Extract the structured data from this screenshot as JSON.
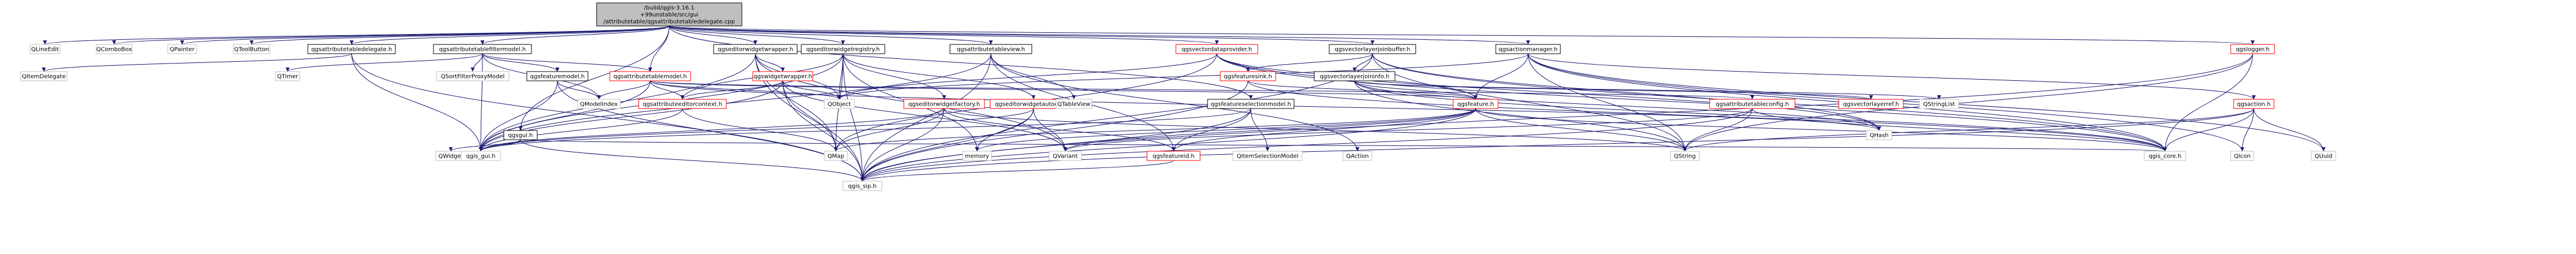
{
  "colors": {
    "root_fill": "#bfbfbf",
    "node_fill": "#ffffff",
    "node_stroke": "#bfbfbf",
    "red_stroke": "#ff0000",
    "edge": "#191970"
  },
  "nodes": [
    {
      "id": "root",
      "lines": [
        "/build/qgis-3.16.1",
        "+99unstable/src/gui",
        "/attributetable/qgsattributetabledelegate.cpp"
      ],
      "style": "root"
    },
    {
      "id": "qlineedit",
      "lines": [
        "QLineEdit"
      ],
      "style": "gray"
    },
    {
      "id": "qcombobox",
      "lines": [
        "QComboBox"
      ],
      "style": "gray"
    },
    {
      "id": "qpainter",
      "lines": [
        "QPainter"
      ],
      "style": "gray"
    },
    {
      "id": "qtoolbutton",
      "lines": [
        "QToolButton"
      ],
      "style": "gray"
    },
    {
      "id": "qgsattributetabledelegate_h",
      "lines": [
        "qgsattributetabledelegate.h"
      ],
      "style": "black"
    },
    {
      "id": "qgsattributetablefiltermodel_h",
      "lines": [
        "qgsattributetablefiltermodel.h"
      ],
      "style": "black"
    },
    {
      "id": "qgseditorwidgetwrapper_h",
      "lines": [
        "qgseditorwidgetwrapper.h"
      ],
      "style": "black"
    },
    {
      "id": "qgseditorwidgetregistry_h",
      "lines": [
        "qgseditorwidgetregistry.h"
      ],
      "style": "black"
    },
    {
      "id": "qgsattributetableview_h",
      "lines": [
        "qgsattributetableview.h"
      ],
      "style": "black"
    },
    {
      "id": "qgsvectordataprovider_h",
      "lines": [
        "qgsvectordataprovider.h"
      ],
      "style": "red"
    },
    {
      "id": "qgsvectorlayerjoinbuffer_h",
      "lines": [
        "qgsvectorlayerjoinbuffer.h"
      ],
      "style": "black"
    },
    {
      "id": "qgsactionmanager_h",
      "lines": [
        "qgsactionmanager.h"
      ],
      "style": "black"
    },
    {
      "id": "qgslogger_h",
      "lines": [
        "qgslogger.h"
      ],
      "style": "red"
    },
    {
      "id": "qitemdelegate",
      "lines": [
        "QItemDelegate"
      ],
      "style": "gray"
    },
    {
      "id": "qtimer",
      "lines": [
        "QTimer"
      ],
      "style": "gray"
    },
    {
      "id": "qsortfilterproxymodel",
      "lines": [
        "QSortFilterProxyModel"
      ],
      "style": "gray"
    },
    {
      "id": "qgsfeaturemodel_h",
      "lines": [
        "qgsfeaturemodel.h"
      ],
      "style": "black"
    },
    {
      "id": "qgsattributetablemodel_h",
      "lines": [
        "qgsattributetablemodel.h"
      ],
      "style": "red"
    },
    {
      "id": "qgswidgetwrapper_h",
      "lines": [
        "qgswidgetwrapper.h"
      ],
      "style": "red"
    },
    {
      "id": "qgsfeaturesink_h",
      "lines": [
        "qgsfeaturesink.h"
      ],
      "style": "red"
    },
    {
      "id": "qgsvectorlayerjoininfo_h",
      "lines": [
        "qgsvectorlayerjoininfo.h"
      ],
      "style": "black"
    },
    {
      "id": "qmodelindex",
      "lines": [
        "QModelIndex"
      ],
      "style": "gray"
    },
    {
      "id": "qgsattributeeditorcontext_h",
      "lines": [
        "qgsattributeeditorcontext.h"
      ],
      "style": "red"
    },
    {
      "id": "qobject",
      "lines": [
        "QObject"
      ],
      "style": "gray"
    },
    {
      "id": "qgseditorwidgetfactory_h",
      "lines": [
        "qgseditorwidgetfactory.h"
      ],
      "style": "red"
    },
    {
      "id": "qgseditorwidgetautoconf_h",
      "lines": [
        "qgseditorwidgetautoconf.h"
      ],
      "style": "red"
    },
    {
      "id": "qtableview",
      "lines": [
        "QTableView"
      ],
      "style": "gray"
    },
    {
      "id": "qgsfeatureselectionmodel_h",
      "lines": [
        "qgsfeatureselectionmodel.h"
      ],
      "style": "black"
    },
    {
      "id": "qgsfeature_h",
      "lines": [
        "qgsfeature.h"
      ],
      "style": "red"
    },
    {
      "id": "qgsattributetableconfig_h",
      "lines": [
        "qgsattributetableconfig.h"
      ],
      "style": "red"
    },
    {
      "id": "qgsvectorlayerref_h",
      "lines": [
        "qgsvectorlayerref.h"
      ],
      "style": "red"
    },
    {
      "id": "qstringlist",
      "lines": [
        "QStringList"
      ],
      "style": "gray"
    },
    {
      "id": "qgsaction_h",
      "lines": [
        "qgsaction.h"
      ],
      "style": "red"
    },
    {
      "id": "qgsgui_h",
      "lines": [
        "qgsgui.h"
      ],
      "style": "black"
    },
    {
      "id": "qhash",
      "lines": [
        "QHash"
      ],
      "style": "gray"
    },
    {
      "id": "qwidget",
      "lines": [
        "QWidget"
      ],
      "style": "gray"
    },
    {
      "id": "qgis_gui_h",
      "lines": [
        "qgis_gui.h"
      ],
      "style": "gray"
    },
    {
      "id": "qmap",
      "lines": [
        "QMap"
      ],
      "style": "gray"
    },
    {
      "id": "memory",
      "lines": [
        "memory"
      ],
      "style": "gray"
    },
    {
      "id": "qvariant",
      "lines": [
        "QVariant"
      ],
      "style": "gray"
    },
    {
      "id": "qgsfeatureid_h",
      "lines": [
        "qgsfeatureid.h"
      ],
      "style": "red"
    },
    {
      "id": "qitemselectionmodel",
      "lines": [
        "QItemSelectionModel"
      ],
      "style": "gray"
    },
    {
      "id": "qaction",
      "lines": [
        "QAction"
      ],
      "style": "gray"
    },
    {
      "id": "qstring",
      "lines": [
        "QString"
      ],
      "style": "gray"
    },
    {
      "id": "qgis_core_h",
      "lines": [
        "qgis_core.h"
      ],
      "style": "gray"
    },
    {
      "id": "qicon",
      "lines": [
        "QIcon"
      ],
      "style": "gray"
    },
    {
      "id": "quuid",
      "lines": [
        "QUuid"
      ],
      "style": "gray"
    },
    {
      "id": "qgis_sip_h",
      "lines": [
        "qgis_sip.h"
      ],
      "style": "gray"
    }
  ],
  "edges": [
    [
      "root",
      "qlineedit"
    ],
    [
      "root",
      "qcombobox"
    ],
    [
      "root",
      "qpainter"
    ],
    [
      "root",
      "qtoolbutton"
    ],
    [
      "root",
      "qgsattributetabledelegate_h"
    ],
    [
      "root",
      "qgsattributetablefiltermodel_h"
    ],
    [
      "root",
      "qgseditorwidgetwrapper_h"
    ],
    [
      "root",
      "qgseditorwidgetregistry_h"
    ],
    [
      "root",
      "qgsattributetableview_h"
    ],
    [
      "root",
      "qgsvectordataprovider_h"
    ],
    [
      "root",
      "qgsvectorlayerjoinbuffer_h"
    ],
    [
      "root",
      "qgsactionmanager_h"
    ],
    [
      "root",
      "qgslogger_h"
    ],
    [
      "root",
      "qgsattributetablemodel_h"
    ],
    [
      "root",
      "qgsfeatureselectionmodel_h"
    ],
    [
      "root",
      "qgsgui_h"
    ],
    [
      "qgsattributetabledelegate_h",
      "qitemdelegate"
    ],
    [
      "qgsattributetabledelegate_h",
      "qgis_gui_h"
    ],
    [
      "qgsattributetabledelegate_h",
      "qgis_sip_h"
    ],
    [
      "qgsattributetablefiltermodel_h",
      "qtimer"
    ],
    [
      "qgsattributetablefiltermodel_h",
      "qsortfilterproxymodel"
    ],
    [
      "qgsattributetablefiltermodel_h",
      "qmodelindex"
    ],
    [
      "qgsattributetablefiltermodel_h",
      "qgsfeaturemodel_h"
    ],
    [
      "qgsattributetablefiltermodel_h",
      "qgsattributetablemodel_h"
    ],
    [
      "qgsattributetablefiltermodel_h",
      "qgis_gui_h"
    ],
    [
      "qgsfeaturemodel_h",
      "qmodelindex"
    ],
    [
      "qgsfeaturemodel_h",
      "qgis_gui_h"
    ],
    [
      "qgsfeaturemodel_h",
      "qgis_sip_h"
    ],
    [
      "qgsattributetablemodel_h",
      "qmodelindex"
    ],
    [
      "qgsattributetablemodel_h",
      "qobject"
    ],
    [
      "qgsattributetablemodel_h",
      "qgsattributeeditorcontext_h"
    ],
    [
      "qgsattributetablemodel_h",
      "qgis_gui_h"
    ],
    [
      "qgsattributetablemodel_h",
      "qhash"
    ],
    [
      "qgsattributetablemodel_h",
      "qgsfeature_h"
    ],
    [
      "qgsattributetablemodel_h",
      "qgsattributetableconfig_h"
    ],
    [
      "qgseditorwidgetwrapper_h",
      "qgswidgetwrapper_h"
    ],
    [
      "qgseditorwidgetwrapper_h",
      "qobject"
    ],
    [
      "qgseditorwidgetwrapper_h",
      "qmap"
    ],
    [
      "qgseditorwidgetwrapper_h",
      "qvariant"
    ],
    [
      "qgseditorwidgetwrapper_h",
      "qgis_gui_h"
    ],
    [
      "qgseditorwidgetwrapper_h",
      "qgis_sip_h"
    ],
    [
      "qgswidgetwrapper_h",
      "qmap"
    ],
    [
      "qgswidgetwrapper_h",
      "qobject"
    ],
    [
      "qgswidgetwrapper_h",
      "qvariant"
    ],
    [
      "qgswidgetwrapper_h",
      "qgsattributeeditorcontext_h"
    ],
    [
      "qgswidgetwrapper_h",
      "qgis_gui_h"
    ],
    [
      "qgswidgetwrapper_h",
      "qgis_sip_h"
    ],
    [
      "qgseditorwidgetregistry_h",
      "qobject"
    ],
    [
      "qgseditorwidgetregistry_h",
      "qmap"
    ],
    [
      "qgseditorwidgetregistry_h",
      "qgseditorwidgetfactory_h"
    ],
    [
      "qgseditorwidgetregistry_h",
      "qgseditorwidgetautoconf_h"
    ],
    [
      "qgseditorwidgetregistry_h",
      "qgis_gui_h"
    ],
    [
      "qgseditorwidgetregistry_h",
      "qgis_sip_h"
    ],
    [
      "qgseditorwidgetregistry_h",
      "qgsattributeeditorcontext_h"
    ],
    [
      "qgseditorwidgetregistry_h",
      "memory"
    ],
    [
      "qgseditorwidgetfactory_h",
      "qmap"
    ],
    [
      "qgseditorwidgetfactory_h",
      "qgis_gui_h"
    ],
    [
      "qgseditorwidgetfactory_h",
      "qgis_sip_h"
    ],
    [
      "qgseditorwidgetfactory_h",
      "qgsfeatureid_h"
    ],
    [
      "qgseditorwidgetfactory_h",
      "qstring"
    ],
    [
      "qgseditorwidgetautoconf_h",
      "qvariant"
    ],
    [
      "qgseditorwidgetautoconf_h",
      "qgis_gui_h"
    ],
    [
      "qgseditorwidgetautoconf_h",
      "qgis_sip_h"
    ],
    [
      "qgseditorwidgetautoconf_h",
      "memory"
    ],
    [
      "qgsattributeeditorcontext_h",
      "qgis_gui_h"
    ],
    [
      "qgsattributeeditorcontext_h",
      "qmap"
    ],
    [
      "qgsattributetableview_h",
      "qtableview"
    ],
    [
      "qgsattributetableview_h",
      "qaction"
    ],
    [
      "qgsattributetableview_h",
      "qgsfeatureid_h"
    ],
    [
      "qgsattributetableview_h",
      "qgis_gui_h"
    ],
    [
      "qgsattributetableview_h",
      "qgis_sip_h"
    ],
    [
      "qgsvectordataprovider_h",
      "qobject"
    ],
    [
      "qgsvectordataprovider_h",
      "qhash"
    ],
    [
      "qgsvectordataprovider_h",
      "qgsfeaturesink_h"
    ],
    [
      "qgsvectordataprovider_h",
      "qgsfeature_h"
    ],
    [
      "qgsvectordataprovider_h",
      "qgis_core_h"
    ],
    [
      "qgsvectordataprovider_h",
      "qmap"
    ],
    [
      "qgsfeaturesink_h",
      "qgsfeature_h"
    ],
    [
      "qgsfeaturesink_h",
      "qgis_core_h"
    ],
    [
      "qgsfeaturesink_h",
      "qgis_sip_h"
    ],
    [
      "qgsvectorlayerjoinbuffer_h",
      "qgsvectorlayerjoininfo_h"
    ],
    [
      "qgsvectorlayerjoinbuffer_h",
      "qhash"
    ],
    [
      "qgsvectorlayerjoinbuffer_h",
      "qstring"
    ],
    [
      "qgsvectorlayerjoinbuffer_h",
      "qgis_core_h"
    ],
    [
      "qgsvectorlayerjoinbuffer_h",
      "qgsfeaturesink_h"
    ],
    [
      "qgsvectorlayerjoinbuffer_h",
      "qgis_sip_h"
    ],
    [
      "qgsvectorlayerjoininfo_h",
      "qhash"
    ],
    [
      "qgsvectorlayerjoininfo_h",
      "qstring"
    ],
    [
      "qgsvectorlayerjoininfo_h",
      "qstringlist"
    ],
    [
      "qgsvectorlayerjoininfo_h",
      "qgsvectorlayerref_h"
    ],
    [
      "qgsvectorlayerjoininfo_h",
      "qgsfeature_h"
    ],
    [
      "qgsvectorlayerjoininfo_h",
      "qgis_core_h"
    ],
    [
      "qgsactionmanager_h",
      "qgsaction_h"
    ],
    [
      "qgsactionmanager_h",
      "qgsfeature_h"
    ],
    [
      "qgsactionmanager_h",
      "qstring"
    ],
    [
      "qgsactionmanager_h",
      "qicon"
    ],
    [
      "qgsactionmanager_h",
      "qgis_core_h"
    ],
    [
      "qgsactionmanager_h",
      "quuid"
    ],
    [
      "qgsactionmanager_h",
      "qobject"
    ],
    [
      "qgsaction_h",
      "qstring"
    ],
    [
      "qgsaction_h",
      "qicon"
    ],
    [
      "qgsaction_h",
      "qgis_core_h"
    ],
    [
      "qgsaction_h",
      "quuid"
    ],
    [
      "qgsaction_h",
      "qgis_sip_h"
    ],
    [
      "qgslogger_h",
      "qgis_core_h"
    ],
    [
      "qgslogger_h",
      "qgis_sip_h"
    ],
    [
      "qgslogger_h",
      "qstring"
    ],
    [
      "qgsfeatureselectionmodel_h",
      "qitemselectionmodel"
    ],
    [
      "qgsfeatureselectionmodel_h",
      "qgsfeatureid_h"
    ],
    [
      "qgsfeatureselectionmodel_h",
      "qgis_gui_h"
    ],
    [
      "qgsfeatureselectionmodel_h",
      "qgis_sip_h"
    ],
    [
      "qgsfeature_h",
      "qmap"
    ],
    [
      "qgsfeature_h",
      "qstring"
    ],
    [
      "qgsfeature_h",
      "qvariant"
    ],
    [
      "qgsfeature_h",
      "qgis_core_h"
    ],
    [
      "qgsfeature_h",
      "qgis_sip_h"
    ],
    [
      "qgsfeature_h",
      "qgsfeatureid_h"
    ],
    [
      "qgsfeature_h",
      "memory"
    ],
    [
      "qgsattributetableconfig_h",
      "qstring"
    ],
    [
      "qgsattributetableconfig_h",
      "qgis_core_h"
    ],
    [
      "qgsattributetableconfig_h",
      "qgis_sip_h"
    ],
    [
      "qgsattributetableconfig_h",
      "qvariant"
    ],
    [
      "qgsfeatureid_h",
      "qgis_sip_h"
    ],
    [
      "qgsgui_h",
      "qwidget"
    ],
    [
      "qgsgui_h",
      "qgis_gui_h"
    ],
    [
      "qgsgui_h",
      "qgis_sip_h"
    ],
    [
      "qgsgui_h",
      "qgis_core_h"
    ]
  ]
}
